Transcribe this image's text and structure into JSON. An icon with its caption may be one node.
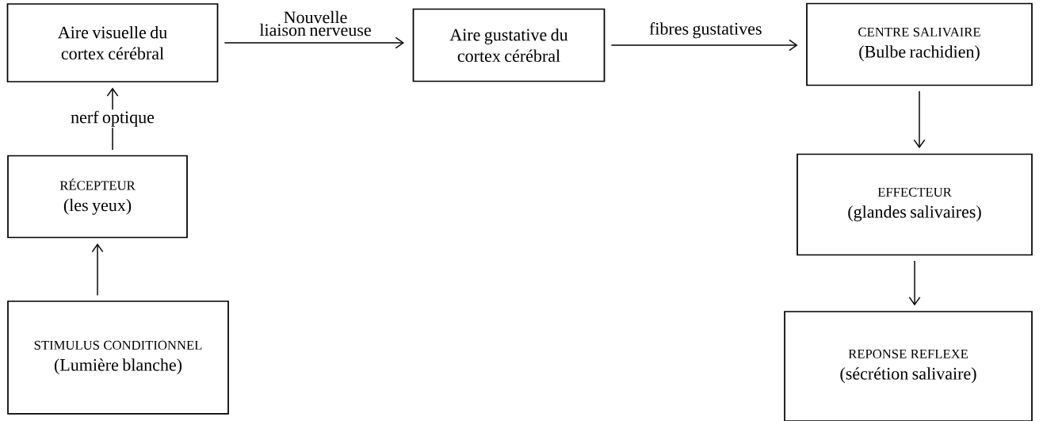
{
  "diagram": {
    "nodes": [
      {
        "text": [
          "Aire visuelle du cortex cérébral"
        ]
      },
      {
        "text": [
          "Aire gustative du cortex cérébral"
        ]
      },
      {
        "text": [
          "CENTRE SALIVAIRE",
          "(Bulbe rachidien)"
        ]
      },
      {
        "text": [
          "RÉCEPTEUR",
          "(les yeux)"
        ]
      },
      {
        "text": [
          "EFFECTEUR",
          "(glandes salivaires)"
        ]
      },
      {
        "text": [
          "STIMULUS CONDITIONNEL",
          "(Lumière blanche)"
        ]
      },
      {
        "text": [
          "REPONSE REFLEXE",
          "(sécrétion salivaire)"
        ]
      }
    ],
    "edges": [
      {
        "from": 5,
        "to": 3,
        "arrow": "to"
      },
      {
        "from": 3,
        "to": 0,
        "arrow": "to",
        "label": "nerf optique"
      },
      {
        "from": 0,
        "to": 1,
        "arrow": "to",
        "label": "Nouvelle liaison nerveuse"
      },
      {
        "from": 1,
        "to": 2,
        "arrow": "to",
        "label": "fibres gustatives"
      },
      {
        "from": 2,
        "to": 4,
        "arrow": "to"
      },
      {
        "from": 4,
        "to": 6,
        "arrow": "to"
      }
    ]
  }
}
